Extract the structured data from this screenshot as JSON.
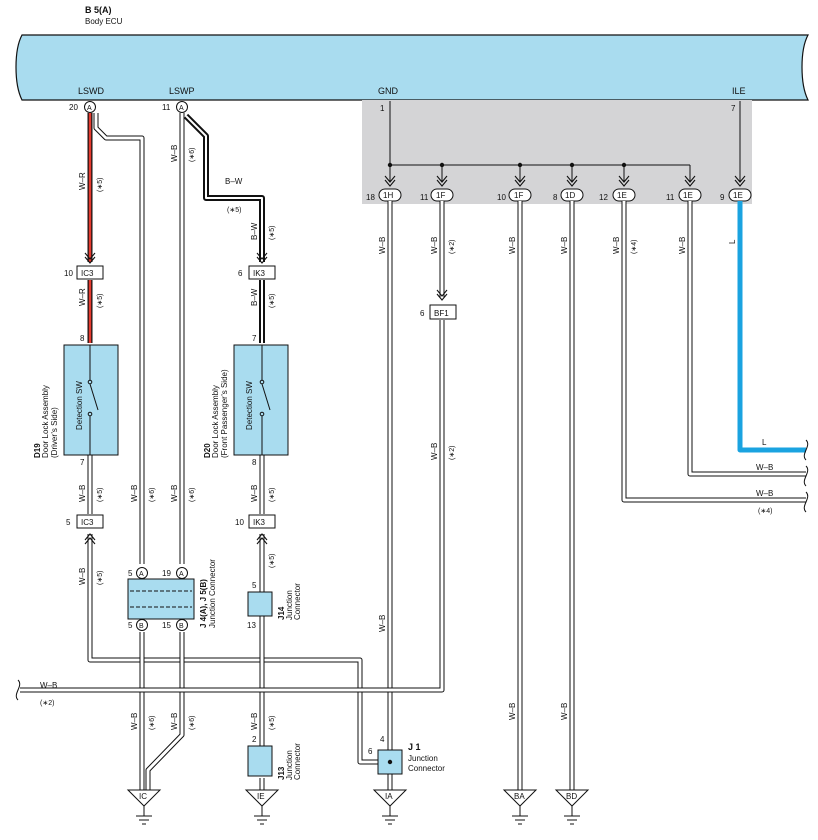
{
  "ecu": {
    "code": "B 5(A)",
    "name": "Body ECU"
  },
  "pins": {
    "lswd": "LSWD",
    "lswd_num": "20",
    "lswp": "LSWP",
    "lswp_num": "11",
    "gnd": "GND",
    "gnd_num": "1",
    "ile": "ILE",
    "ile_num": "7"
  },
  "conn_letters": {
    "a": "A",
    "b": "B"
  },
  "gnd_connectors": [
    {
      "num": "18",
      "code": "1H"
    },
    {
      "num": "11",
      "code": "1F"
    },
    {
      "num": "10",
      "code": "1F"
    },
    {
      "num": "8",
      "code": "1D"
    },
    {
      "num": "12",
      "code": "1E"
    },
    {
      "num": "11",
      "code": "1E"
    },
    {
      "num": "9",
      "code": "1E"
    }
  ],
  "wires": {
    "wr": "W–R",
    "wb": "W–B",
    "bw": "B–W",
    "l": "L",
    "n5": "(∗5)",
    "n6": "(∗6)",
    "n2": "(∗2)",
    "n4": "(∗4)"
  },
  "inline": {
    "ic3_top": {
      "num": "10",
      "code": "IC3"
    },
    "ik3_top": {
      "num": "6",
      "code": "IK3"
    },
    "bf1": {
      "num": "6",
      "code": "BF1"
    },
    "ic3_bot": {
      "num": "5",
      "code": "IC3"
    },
    "ik3_bot": {
      "num": "10",
      "code": "IK3"
    }
  },
  "d19": {
    "code": "D19",
    "title1": "Door Lock Assembly",
    "title2": "(Driver’s Side)",
    "sw": "Detection SW",
    "pin_top": "8",
    "pin_bot": "7"
  },
  "d20": {
    "code": "D20",
    "title1": "Door Lock Assembly",
    "title2": "(Front Passenger’s Side)",
    "sw": "Detection SW",
    "pin_top": "7",
    "pin_bot": "8"
  },
  "j4": {
    "code": "J 4(A), J 5(B)",
    "name": "Junction Connector",
    "a_left": "5",
    "a_right": "19",
    "b_left": "5",
    "b_right": "15"
  },
  "j14": {
    "code": "J14",
    "name1": "Junction",
    "name2": "Connector",
    "pin_top": "5",
    "pin_bot": "13"
  },
  "j13": {
    "code": "J13",
    "name1": "Junction",
    "name2": "Connector",
    "pin_top": "2"
  },
  "j1": {
    "code": "J 1",
    "name1": "Junction",
    "name2": "Connector",
    "pin_top": "4",
    "pin_left": "6"
  },
  "grounds": [
    "IC",
    "IE",
    "IA",
    "BA",
    "BD"
  ]
}
